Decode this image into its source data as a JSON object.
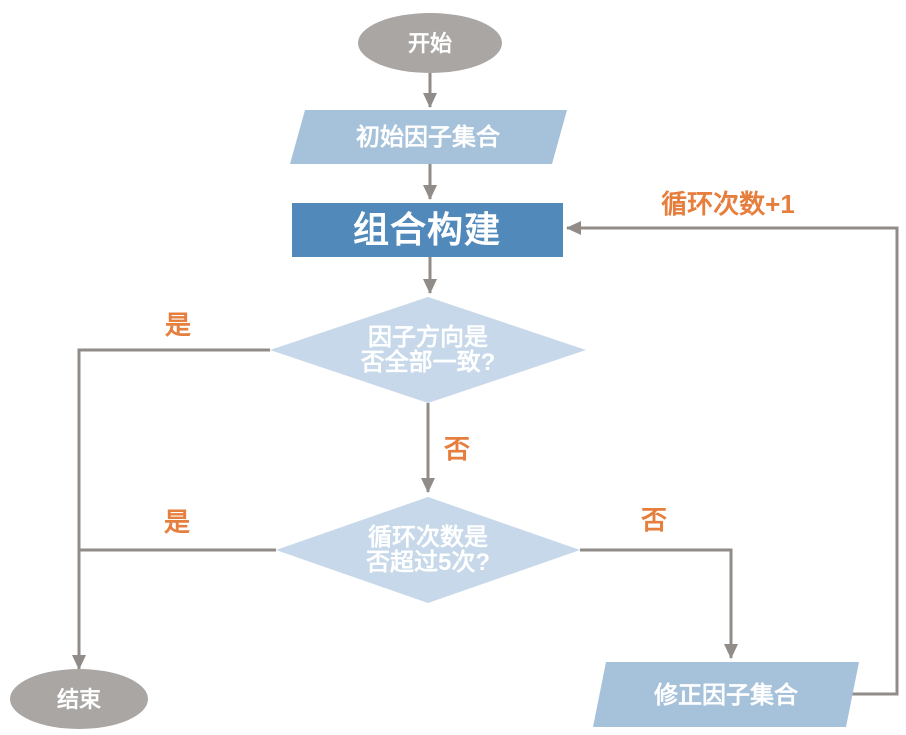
{
  "page": {
    "background": "#ffffff"
  },
  "colors": {
    "terminator_fill": "#a9a6a4",
    "io_fill": "#a6c2da",
    "process_fill": "#5089ba",
    "decision_fill": "#c6d8e9",
    "connector": "#918c88",
    "label_orange": "#e67e3e",
    "text_white": "#ffffff"
  },
  "nodes": {
    "start": {
      "label": "开始"
    },
    "initial_set": {
      "label": "初始因子集合"
    },
    "build": {
      "label": "组合构建"
    },
    "decision_direction": {
      "line1": "因子方向是",
      "line2": "否全部一致?"
    },
    "decision_loops": {
      "line1": "循环次数是",
      "line2": "否超过5次?"
    },
    "end": {
      "label": "结束"
    },
    "revised_set": {
      "label": "修正因子集合"
    }
  },
  "edge_labels": {
    "yes_direction": "是",
    "no_direction": "否",
    "yes_loops": "是",
    "no_loops": "否",
    "loop_increment": "循环次数+1"
  }
}
